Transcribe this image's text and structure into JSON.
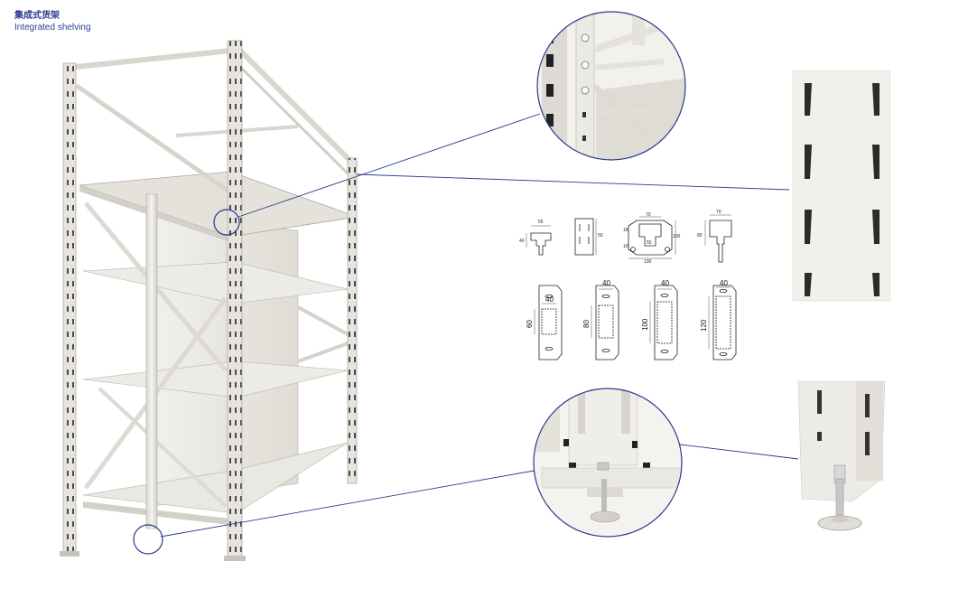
{
  "title": {
    "chinese": "集成式货架",
    "english": "Integrated shelving"
  },
  "profiles": {
    "row1": [
      {
        "name": "upright-profile-a",
        "width": "55",
        "height": "40"
      },
      {
        "name": "upright-face-b",
        "height": "50"
      },
      {
        "name": "upright-profile-c",
        "top": "70",
        "inner": "55",
        "bottom": "130",
        "height": "100",
        "left1": "16",
        "left2": "10"
      },
      {
        "name": "upright-profile-d",
        "width": "70",
        "height": "80"
      }
    ],
    "row2": [
      {
        "name": "beam-60",
        "width": "40",
        "height": "60"
      },
      {
        "name": "beam-80",
        "width": "40",
        "height": "80"
      },
      {
        "name": "beam-100",
        "width": "40",
        "height": "100"
      },
      {
        "name": "beam-120",
        "width": "40",
        "height": "120"
      }
    ]
  },
  "colors": {
    "frame": "#e8e6df",
    "frame_edge": "#b9b7ae",
    "leader": "#2a3a8c",
    "title": "#2a3d8f"
  }
}
